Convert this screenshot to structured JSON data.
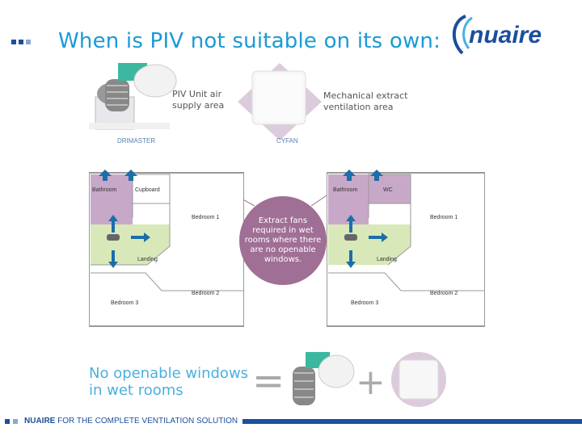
{
  "title": "When is PIV not suitable on its own:",
  "logo_text": "nuaire",
  "labels": {
    "piv_unit": "PIV Unit air supply area",
    "mechanical_extract": "Mechanical extract ventilation area",
    "drimaster": "DRIMASTER",
    "cyfan": "CYFAN"
  },
  "left_plan": {
    "bathroom": "Bathroom",
    "cupboard": "Cupboard",
    "bedroom1": "Bedroom 1",
    "landing": "Landing",
    "bedroom2": "Bedroom 2",
    "bedroom3": "Bedroom 3"
  },
  "right_plan": {
    "bathroom": "Bathroom",
    "wc": "WC",
    "bedroom1": "Bedroom 1",
    "landing": "Landing",
    "bedroom2": "Bedroom 2",
    "bedroom3": "Bedroom 3"
  },
  "bubble_text": "Extract fans required in wet rooms where there are no openable windows.",
  "bottom_text": "No openable windows in wet rooms",
  "equation": {
    "equals": "=",
    "plus": "+"
  },
  "footer": {
    "brand": "NUAIRE",
    "tagline": "FOR THE COMPLETE VENTILATION SOLUTION"
  },
  "colors": {
    "title": "#1a9ad6",
    "brand_blue": "#1b4f9c",
    "wet_room_purple": "#c8a8c8",
    "landing_green": "#d9e8b8",
    "arrow_blue": "#1b6ea8",
    "bubble_purple": "#a06f95"
  }
}
